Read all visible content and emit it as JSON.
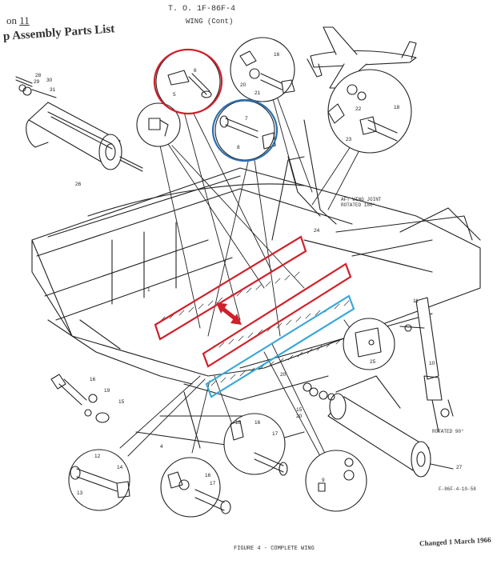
{
  "header": {
    "section": "on",
    "section_number": "11",
    "title": "p Assembly Parts List",
    "tech_order": "T. O. 1F-86F-4",
    "wing": "WING (Cont)"
  },
  "figure": {
    "caption": "FIGURE 4 - COMPLETE WING",
    "changed": "Changed 1 March 1966",
    "figure_id": "F-86F-4-10-58",
    "note_joint": "AFT WING JOINT ROTATED 180°",
    "note_rotated": "ROTATED 90°"
  },
  "callouts": {
    "top_left": [
      "28",
      "30",
      "29",
      "31"
    ],
    "red_circle": [
      "6",
      "5"
    ],
    "top_bolt": [
      "16",
      "20",
      "21"
    ],
    "blue_circle": [
      "7",
      "8"
    ],
    "right_circle": [
      "22",
      "18",
      "23"
    ],
    "actuator_left": "26",
    "hinge": "25",
    "left_bottom_bolt": [
      "16",
      "19",
      "15"
    ],
    "mid_bottom": [
      "18",
      "16",
      "17"
    ],
    "center_bottom": [
      "15",
      "20"
    ],
    "bottom_circles_a": [
      "12",
      "14",
      "13"
    ],
    "bottom_circles_b": [
      "16",
      "17"
    ],
    "bottom_circle_c": [
      "9"
    ],
    "actuator_right": "27",
    "small_bolt": [
      "11",
      "10"
    ],
    "spar": "24",
    "misc_a": "1",
    "misc_b": "4",
    "misc_c": "20"
  },
  "highlight_colors": {
    "red": "#d0202a",
    "blue": "#2a6fb0",
    "cyan": "#3aa8d8"
  }
}
